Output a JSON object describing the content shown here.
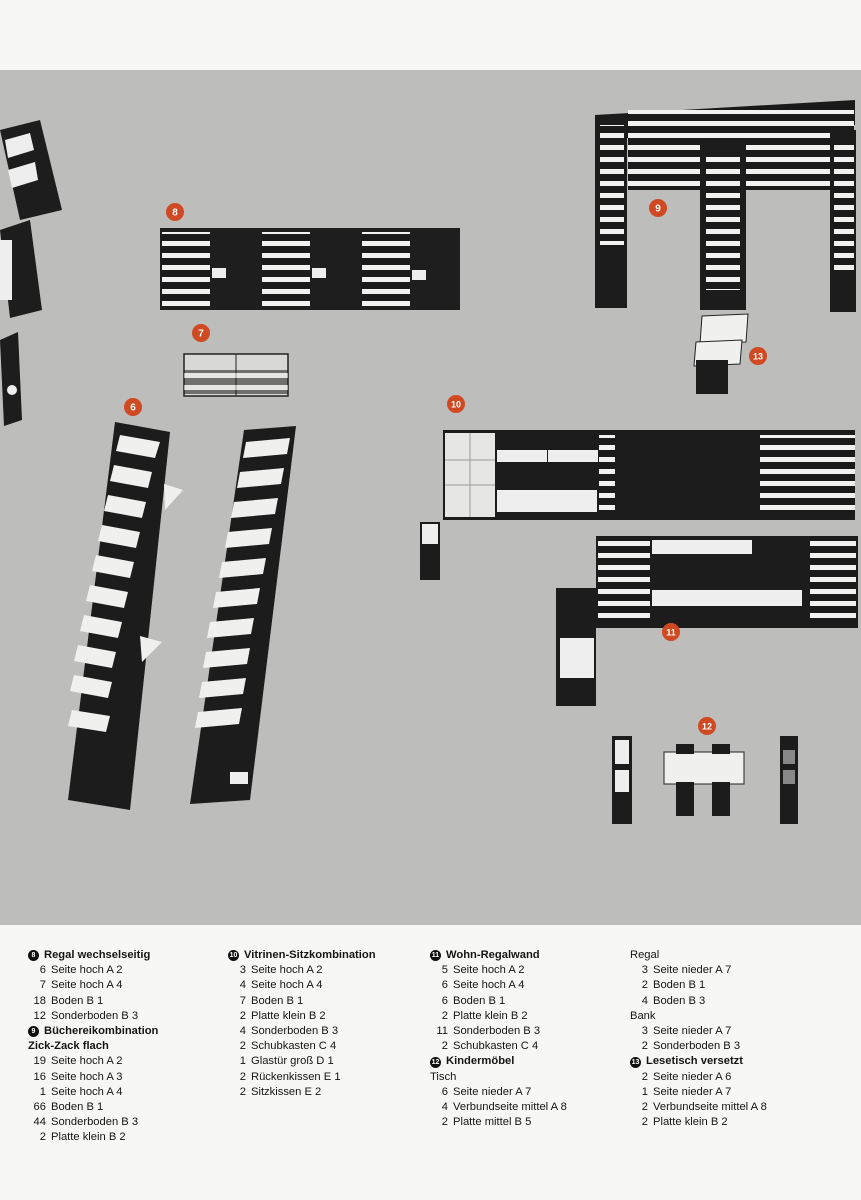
{
  "figure": {
    "markers": [
      "6",
      "7",
      "8",
      "9",
      "10",
      "11",
      "12",
      "13"
    ]
  },
  "legend": {
    "col1": [
      {
        "num": "8",
        "title": "Regal wechselseitig",
        "items": [
          {
            "qty": "6",
            "name": "Seite hoch A 2"
          },
          {
            "qty": "7",
            "name": "Seite hoch A 4"
          },
          {
            "qty": "18",
            "name": "Boden B 1"
          },
          {
            "qty": "12",
            "name": "Sonderboden B 3"
          }
        ]
      },
      {
        "num": "9",
        "title": "Büchereikombination",
        "subtitle": "Zick-Zack flach",
        "items": [
          {
            "qty": "19",
            "name": "Seite hoch A 2"
          },
          {
            "qty": "16",
            "name": "Seite hoch A 3"
          },
          {
            "qty": "1",
            "name": "Seite hoch A 4"
          },
          {
            "qty": "66",
            "name": "Boden B 1"
          },
          {
            "qty": "44",
            "name": "Sonderboden B 3"
          },
          {
            "qty": "2",
            "name": "Platte klein B 2"
          }
        ]
      }
    ],
    "col2": [
      {
        "num": "10",
        "title": "Vitrinen-Sitzkombination",
        "items": [
          {
            "qty": "3",
            "name": "Seite hoch A 2"
          },
          {
            "qty": "4",
            "name": "Seite hoch A 4"
          },
          {
            "qty": "7",
            "name": "Boden B 1"
          },
          {
            "qty": "2",
            "name": "Platte klein B 2"
          },
          {
            "qty": "4",
            "name": "Sonderboden B 3"
          },
          {
            "qty": "2",
            "name": "Schubkasten C 4"
          },
          {
            "qty": "1",
            "name": "Glastür groß D 1"
          },
          {
            "qty": "2",
            "name": "Rückenkissen E 1"
          },
          {
            "qty": "2",
            "name": "Sitzkissen E 2"
          }
        ]
      }
    ],
    "col3": [
      {
        "num": "11",
        "title": "Wohn-Regalwand",
        "items": [
          {
            "qty": "5",
            "name": "Seite hoch A 2"
          },
          {
            "qty": "6",
            "name": "Seite hoch A 4"
          },
          {
            "qty": "6",
            "name": "Boden B 1"
          },
          {
            "qty": "2",
            "name": "Platte klein B 2"
          },
          {
            "qty": "11",
            "name": "Sonderboden B 3"
          },
          {
            "qty": "2",
            "name": "Schubkasten C 4"
          }
        ]
      },
      {
        "num": "12",
        "title": "Kindermöbel",
        "plain": "Tisch",
        "items": [
          {
            "qty": "6",
            "name": "Seite nieder A 7"
          },
          {
            "qty": "4",
            "name": "Verbundseite mittel A 8"
          },
          {
            "qty": "2",
            "name": "Platte mittel B 5"
          }
        ]
      }
    ],
    "col4": [
      {
        "plain": "Regal",
        "items": [
          {
            "qty": "3",
            "name": "Seite nieder A 7"
          },
          {
            "qty": "2",
            "name": "Boden B 1"
          },
          {
            "qty": "4",
            "name": "Boden B 3"
          }
        ]
      },
      {
        "plain": "Bank",
        "items": [
          {
            "qty": "3",
            "name": "Seite nieder A 7"
          },
          {
            "qty": "2",
            "name": "Sonderboden B 3"
          }
        ]
      },
      {
        "num": "13",
        "title": "Lesetisch versetzt",
        "items": [
          {
            "qty": "2",
            "name": "Seite nieder A 6"
          },
          {
            "qty": "1",
            "name": "Seite nieder A 7"
          },
          {
            "qty": "2",
            "name": "Verbundseite mittel A 8"
          },
          {
            "qty": "2",
            "name": "Platte klein B 2"
          }
        ]
      }
    ]
  }
}
